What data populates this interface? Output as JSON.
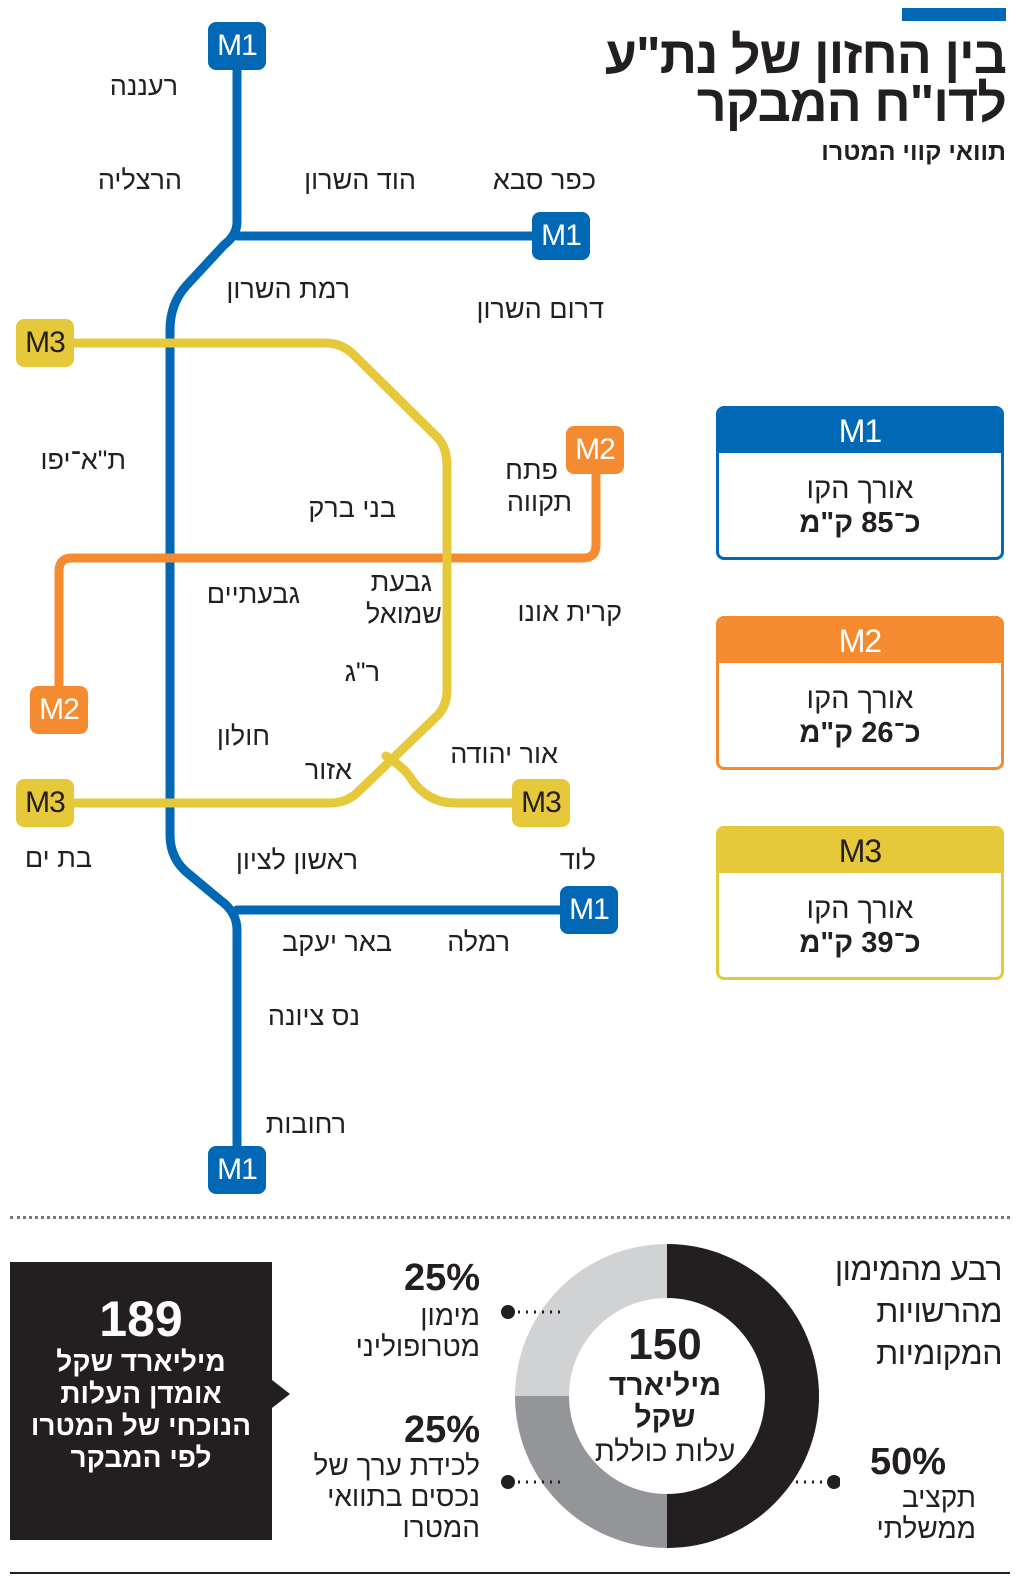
{
  "header": {
    "title_line1": "בין החזון של נת\"ע",
    "title_line2": "לדו\"ח המבקר",
    "subtitle": "תוואי קווי המטרו"
  },
  "colors": {
    "m1": "#0068b4",
    "m2": "#f58b31",
    "m3": "#e6c93a",
    "dark": "#231f20"
  },
  "badges": {
    "m1": "M1",
    "m2": "M2",
    "m3": "M3"
  },
  "cities": {
    "raanana": "רעננה",
    "herzliya": "הרצליה",
    "hod_hasharon": "הוד השרון",
    "kfar_saba": "כפר סבא",
    "ramat_hasharon": "רמת השרון",
    "darom_hasharon": "דרום השרון",
    "tel_aviv": "ת\"א־יפו",
    "bnei_brak": "בני ברק",
    "petah_tikva_1": "פתח",
    "petah_tikva_2": "תקווה",
    "givatayim": "גבעתיים",
    "givat_shmuel_1": "גבעת",
    "givat_shmuel_2": "שמואל",
    "kiryat_ono": "קרית אונו",
    "ramat_gan": "ר\"ג",
    "holon": "חולון",
    "azor": "אזור",
    "or_yehuda": "אור יהודה",
    "bat_yam": "בת ים",
    "rishon": "ראשון לציון",
    "lod": "לוד",
    "beer_yaakov": "באר יעקב",
    "ramla": "רמלה",
    "nes_ziona": "נס ציונה",
    "rehovot": "רחובות"
  },
  "lines": [
    {
      "name": "M1",
      "label": "אורך הקו",
      "value": "כ־85 ק\"מ"
    },
    {
      "name": "M2",
      "label": "אורך הקו",
      "value": "כ־26 ק\"מ"
    },
    {
      "name": "M3",
      "label": "אורך הקו",
      "value": "כ־39 ק\"מ"
    }
  ],
  "cost_box": {
    "number": "189",
    "text": "מיליארד שקל אומדן העלות הנוכחי של המטרו לפי המבקר"
  },
  "donut": {
    "total": "150",
    "total_unit": "מיליארד שקל",
    "total_label": "עלות כוללת",
    "note": "רבע מהמימון מהרשויות המקומיות",
    "segments": [
      {
        "pct": "50%",
        "value": 50,
        "label": "תקציב ממשלתי",
        "color": "#231f20"
      },
      {
        "pct": "25%",
        "value": 25,
        "label": "לכידת ערך של נכסים בתוואי המטרו",
        "color": "#939598"
      },
      {
        "pct": "25%",
        "value": 25,
        "label": "מימון מטרופוליני",
        "color": "#d1d2d4"
      }
    ]
  }
}
